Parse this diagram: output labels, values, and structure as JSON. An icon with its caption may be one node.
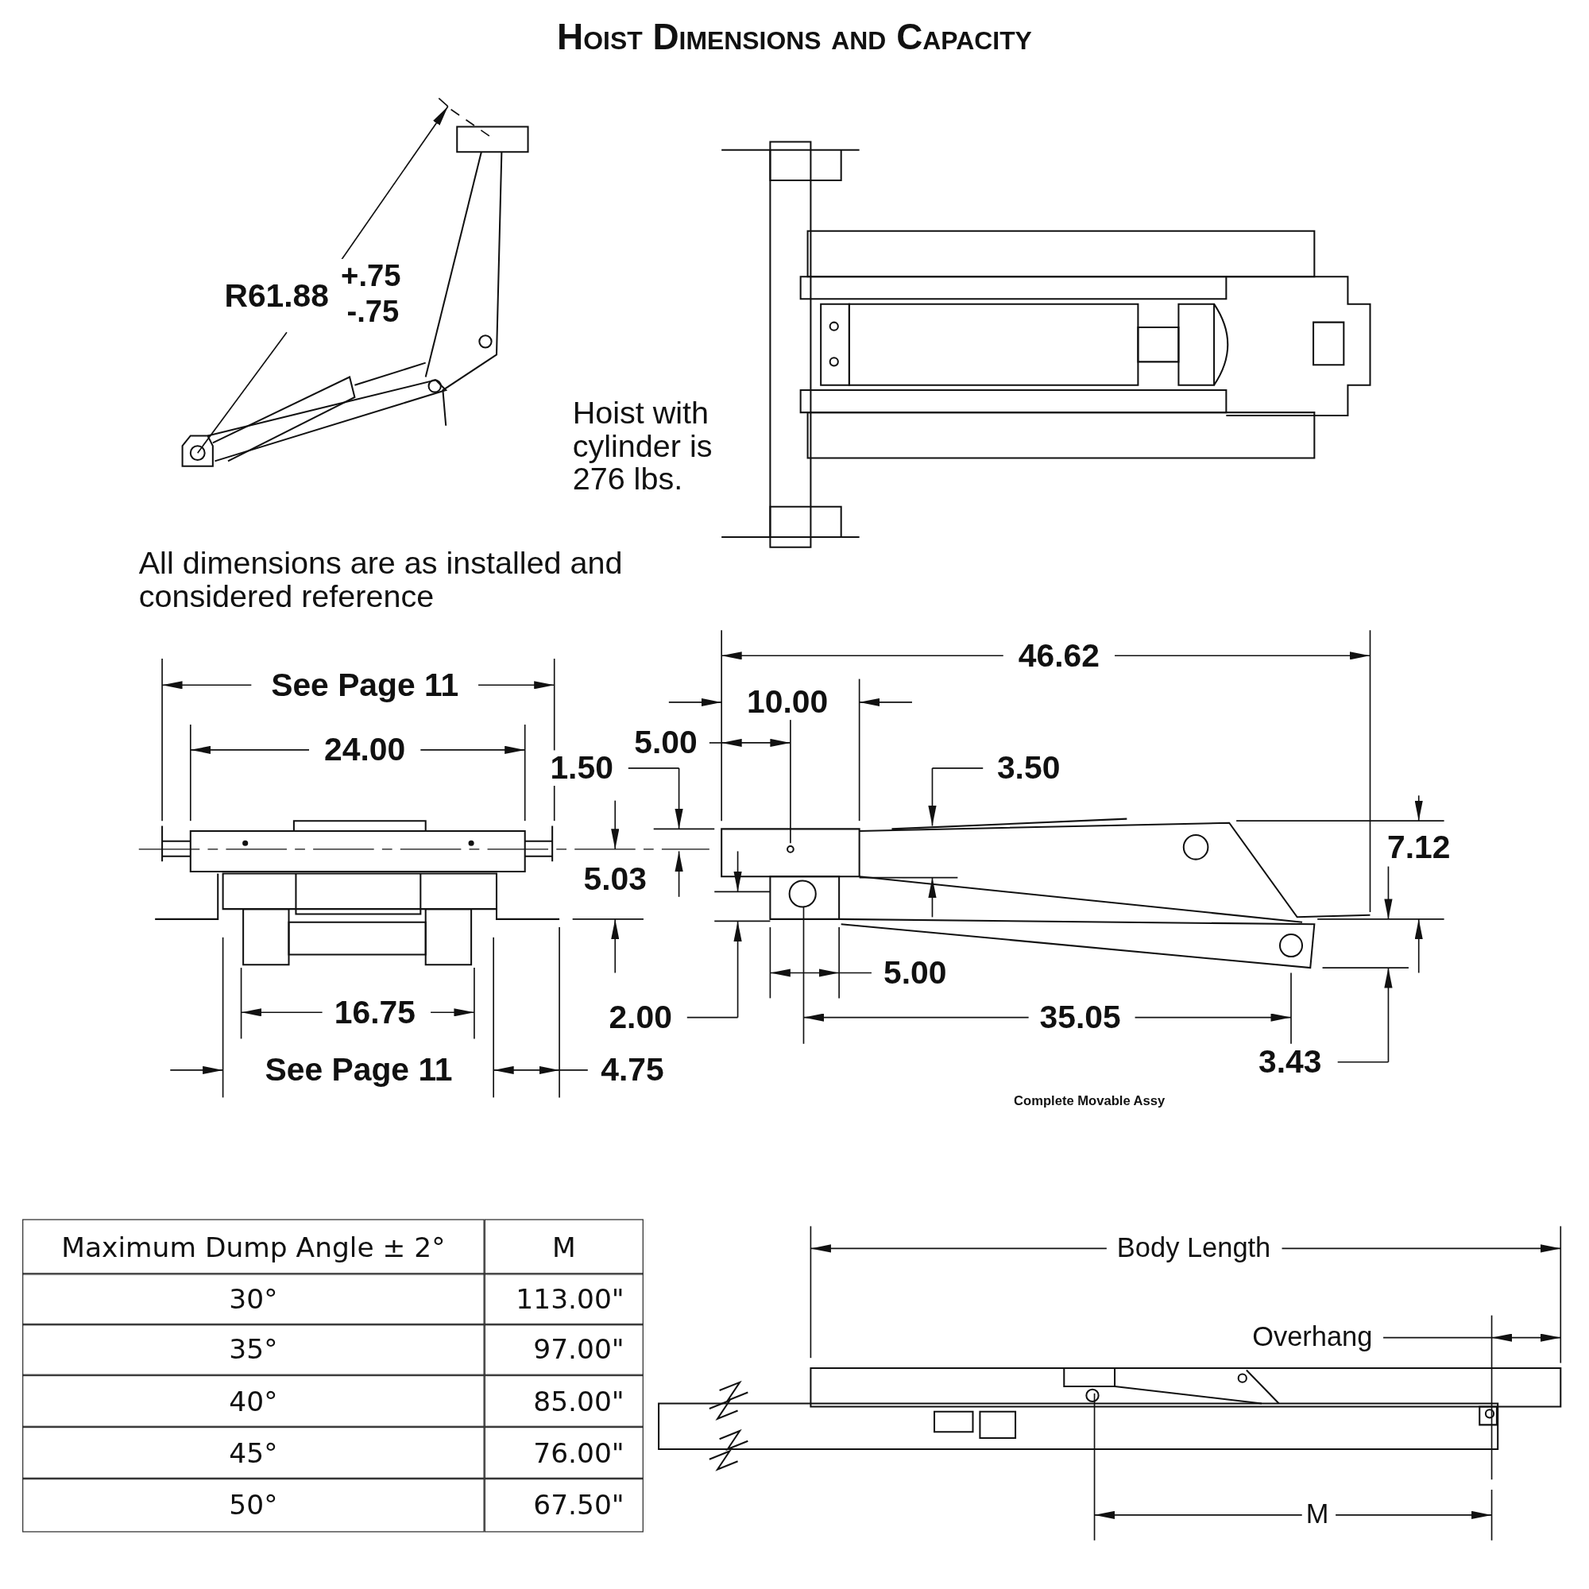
{
  "diagram": {
    "title": "Hoist Dimensions and Capacity",
    "labels": [
      "R61.88",
      "+.75",
      "-.75",
      "Hoist with cylinder is 276 lbs.",
      "All dimensions are as installed and considered reference",
      "46.62",
      "See Page 11",
      "10.00",
      "24.00",
      "5.00",
      "1.50",
      "3.50",
      "7.12",
      "5.03",
      "5.00",
      "16.75",
      "2.00",
      "35.05",
      "See Page 11",
      "4.75",
      "3.43",
      "Complete Movable Assy",
      "Maximum Dump Angle ± 2°",
      "M",
      "30°",
      "113.00\"",
      "35°",
      "97.00\"",
      "40°",
      "85.00\"",
      "45°",
      "76.00\"",
      "50°",
      "67.50\"",
      "Body Length",
      "Overhang",
      "M"
    ]
  }
}
